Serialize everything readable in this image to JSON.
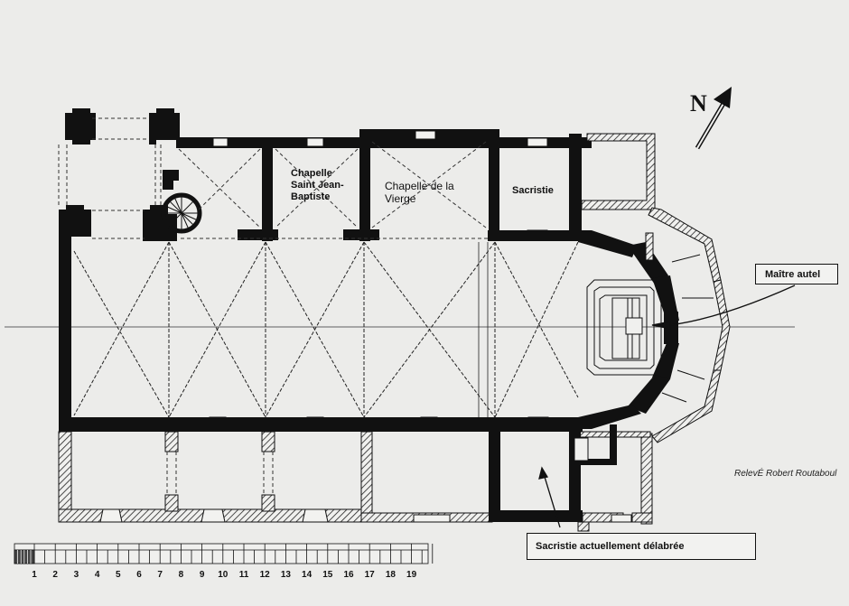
{
  "plan": {
    "type": "church floor plan",
    "rooms": {
      "chapel_st_john": "Chapelle\nSaint Jean-\nBaptiste",
      "chapel_st_john_lines": [
        "Chapelle",
        "Saint Jean-",
        "Baptiste"
      ],
      "chapel_virgin_lines": [
        "Chapelle de la",
        "Vierge"
      ],
      "sacristy": "Sacristie"
    },
    "callouts": {
      "main_altar": "Maître autel",
      "dilapidated_sacristy": "Sacristie actuellement délabrée"
    },
    "north_arrow": {
      "label": "N",
      "icon": "north-arrow-icon"
    },
    "credit": "RelevÉ Robert Routaboul",
    "scale_bar": {
      "labels": [
        "1",
        "2",
        "3",
        "4",
        "5",
        "6",
        "7",
        "8",
        "9",
        "10",
        "11",
        "12",
        "13",
        "14",
        "15",
        "16",
        "17",
        "18",
        "19"
      ]
    },
    "colors": {
      "background": "#ececea",
      "wall": "#111111",
      "hatch": "#222222"
    }
  }
}
